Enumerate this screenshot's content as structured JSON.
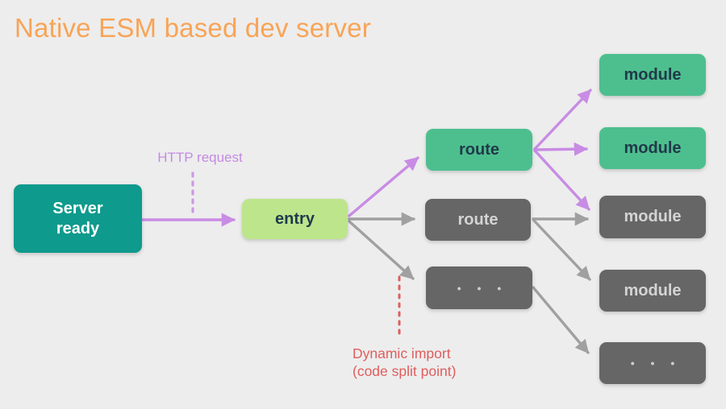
{
  "title": "Native ESM based dev server",
  "colors": {
    "background": "#ededed",
    "title_orange": "#f8a457",
    "server_teal": "#0e9a8d",
    "entry_green": "#bde58b",
    "route_green": "#4dbf8e",
    "inactive_gray": "#666666",
    "purple_arrow": "#c88ce4",
    "gray_arrow": "#a0a0a0",
    "red_annotation": "#e05d5d",
    "dark_label": "#21394a",
    "light_label": "#d4d4d4"
  },
  "nodes": {
    "server": {
      "label": "Server ready"
    },
    "entry": {
      "label": "entry"
    },
    "routes": [
      {
        "label": "route",
        "variant": "green"
      },
      {
        "label": "route",
        "variant": "gray"
      },
      {
        "label": "• • •",
        "variant": "gray"
      }
    ],
    "modules": [
      {
        "label": "module",
        "variant": "green"
      },
      {
        "label": "module",
        "variant": "green"
      },
      {
        "label": "module",
        "variant": "gray"
      },
      {
        "label": "module",
        "variant": "gray"
      },
      {
        "label": "• • •",
        "variant": "gray"
      }
    ]
  },
  "annotations": {
    "http_request": "HTTP request",
    "dynamic_import_line1": "Dynamic import",
    "dynamic_import_line2": "(code split point)"
  },
  "edges": [
    {
      "from": "server-ready",
      "to": "entry",
      "style": "purple",
      "label": "HTTP request"
    },
    {
      "from": "entry",
      "to": "route-1",
      "style": "purple"
    },
    {
      "from": "entry",
      "to": "route-2",
      "style": "gray"
    },
    {
      "from": "entry",
      "to": "route-3",
      "style": "gray"
    },
    {
      "from": "route-1",
      "to": "module-1",
      "style": "purple"
    },
    {
      "from": "route-1",
      "to": "module-2",
      "style": "purple"
    },
    {
      "from": "route-1",
      "to": "module-3",
      "style": "purple",
      "label": "Dynamic import (code split point)"
    },
    {
      "from": "route-2",
      "to": "module-3",
      "style": "gray"
    },
    {
      "from": "route-2",
      "to": "module-4",
      "style": "gray"
    },
    {
      "from": "route-3",
      "to": "module-5",
      "style": "gray"
    }
  ]
}
